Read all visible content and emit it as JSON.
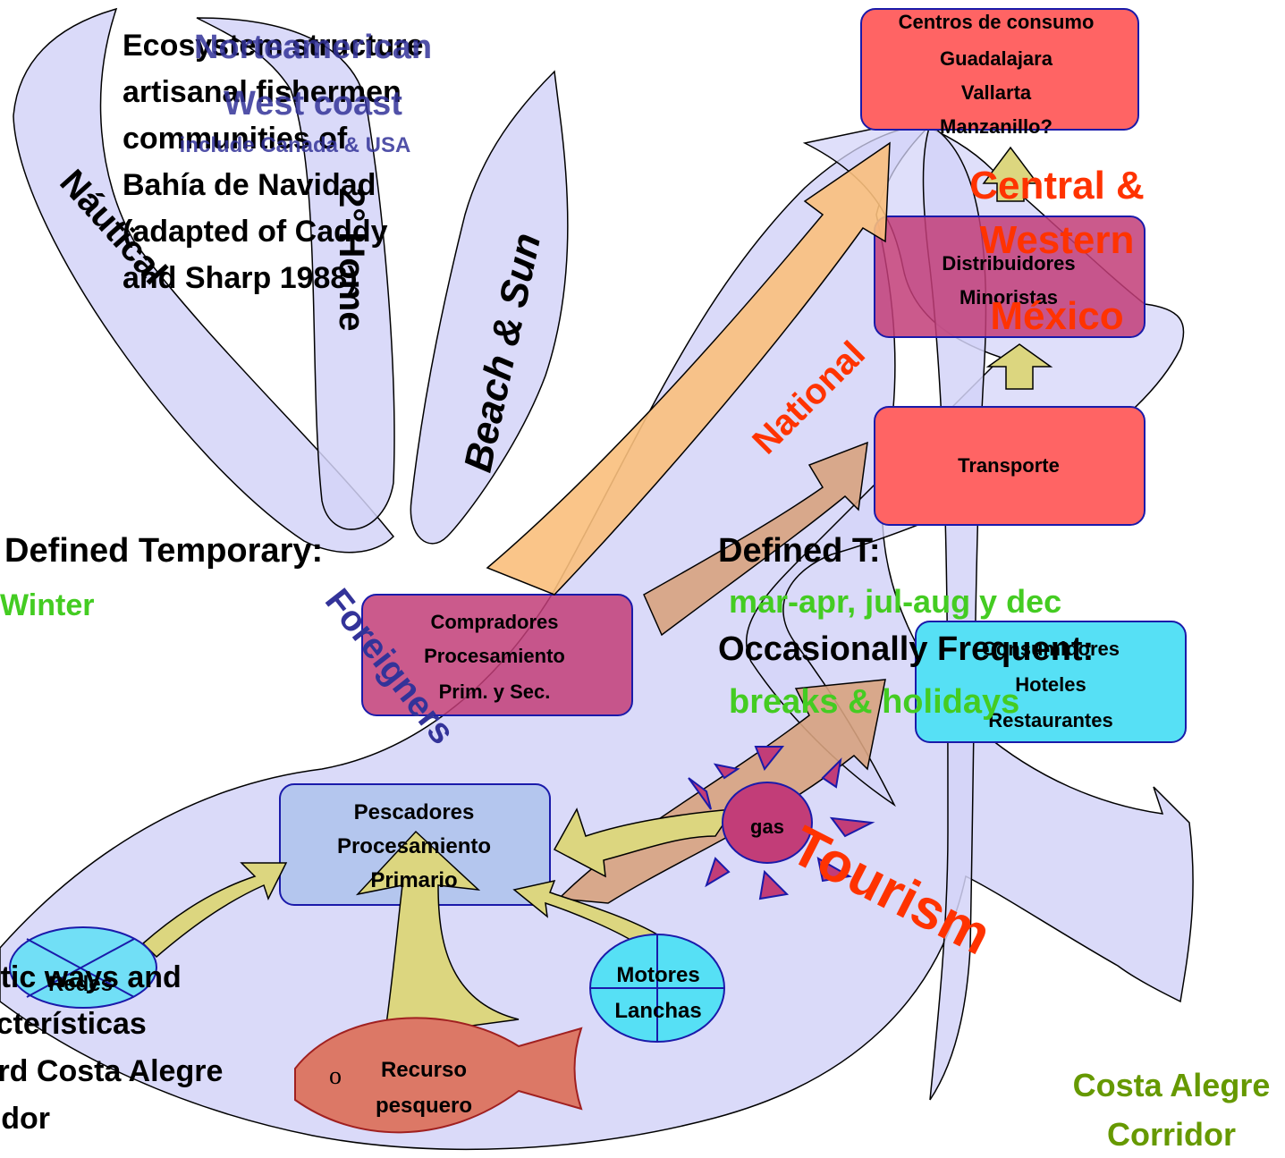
{
  "colors": {
    "lobe_fill": "#d4d4f8",
    "lobe_stroke": "#000000",
    "red_box": "#ff6464",
    "purple_box": "#c23d78",
    "blue_box": "#b4c6ee",
    "cyan_box": "#56e0f5",
    "orange_arrow": "#f9bf7c",
    "yellow_arrow": "#dcd67f",
    "brown_arrow": "#d7a27e",
    "fish": "#dc7866",
    "sun": "#c23d78",
    "green_text": "#44cc22",
    "olive_text": "#669900",
    "red_text": "#ff3300",
    "dark_blue_text": "#333399"
  },
  "labels": {
    "centros": [
      "Centros de consumo",
      "Guadalajara",
      "Vallarta",
      "Manzanillo?"
    ],
    "distribuidores": [
      "Distribuidores",
      "Minoristas"
    ],
    "transporte": "Transporte",
    "compradores": [
      "Compradores",
      "Procesamiento",
      "Prim. y Sec."
    ],
    "consumidores": [
      "Consumidores",
      "Hoteles",
      "Restaurantes"
    ],
    "pescadores": [
      "Pescadores",
      "Procesamiento",
      "Primario"
    ],
    "recurso": [
      "Recurso",
      "pesquero"
    ],
    "fish_eye": "o",
    "redes": "Redes",
    "motores": [
      "Motores",
      "Lanchas"
    ],
    "gas": "gas",
    "title_block": [
      "Ecosystem structure",
      "artisanal fishermen",
      "communities of",
      "Bahía de Navidad",
      "(adapted of Caddy",
      "and Sharp 1988)"
    ],
    "norteamerican": [
      "Norteamerican",
      "West coast"
    ],
    "include": "include Canada & USA",
    "nautical": "Náutical",
    "home": "2° Home",
    "beach": "Beach & Sun",
    "defined_temp": "Defined Temporary:",
    "winter": "Winter",
    "defined_t": "Defined T:",
    "months": "mar-apr, jul-aug  y dec",
    "occasionally": "Occasionally Frequent:",
    "breaks": "breaks & holidays",
    "foreigners": "Foreigners",
    "national": "National",
    "central": [
      "Central &",
      "Western",
      "México"
    ],
    "tourism": "Tourism",
    "costa": [
      "Costa Alegre",
      "Corridor"
    ],
    "left_block": [
      "Turistic ways and",
      "Características",
      "toward Costa Alegre",
      "Corridor"
    ]
  }
}
